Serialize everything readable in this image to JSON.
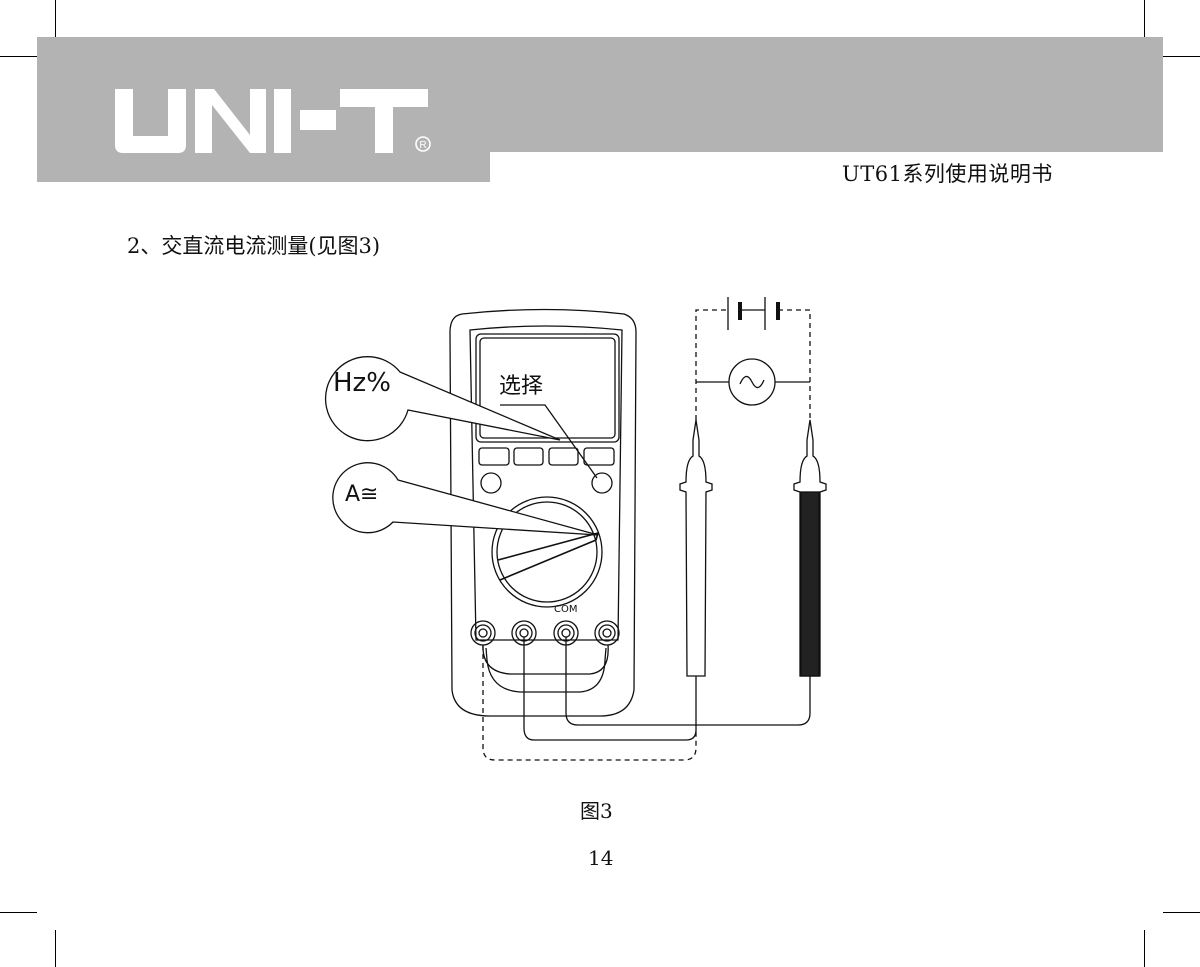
{
  "header": {
    "logo": "UNI-T",
    "registered_mark": "®",
    "document_title": "UT61系列使用说明书",
    "band_color": "#b3b3b3"
  },
  "section": {
    "heading": "2、交直流电流测量(见图3)"
  },
  "figure": {
    "callout_hz": "Hz%",
    "callout_select": "选择",
    "callout_amp": "A≅",
    "terminal_com": "COM",
    "caption": "图3"
  },
  "footer": {
    "page_number": "14"
  }
}
